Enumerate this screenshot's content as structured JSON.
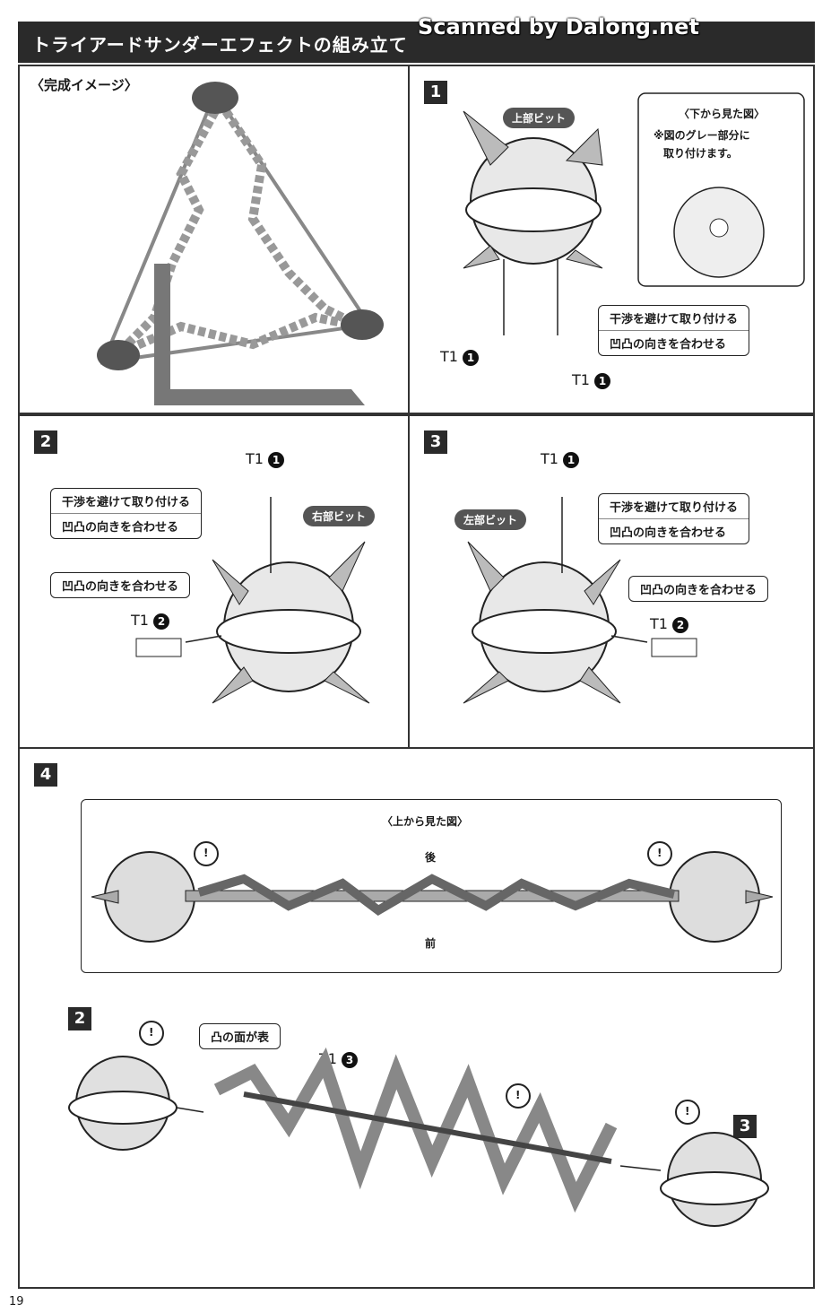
{
  "header": {
    "title": "トライアードサンダーエフェクトの組み立て"
  },
  "watermark": "Scanned by Dalong.net",
  "completed": {
    "caption": "〈完成イメージ〉"
  },
  "step1": {
    "number": "1",
    "pill": "上部ビット",
    "bottom_view_caption": "〈下から見た図〉",
    "bottom_view_note": [
      "※図のグレー部分に",
      "取り付けます。"
    ],
    "callout": [
      "干渉を避けて取り付ける",
      "凹凸の向きを合わせる"
    ],
    "part_left": "T1",
    "part_right": "T1",
    "part_num": "1"
  },
  "step2": {
    "number": "2",
    "pill": "右部ビット",
    "callout": [
      "干渉を避けて取り付ける",
      "凹凸の向きを合わせる"
    ],
    "callout2": "凹凸の向きを合わせる",
    "part_top": "T1",
    "part_top_num": "1",
    "part_side": "T1",
    "part_side_num": "2"
  },
  "step3": {
    "number": "3",
    "pill": "左部ビット",
    "callout": [
      "干渉を避けて取り付ける",
      "凹凸の向きを合わせる"
    ],
    "callout2": "凹凸の向きを合わせる",
    "part_top": "T1",
    "part_top_num": "1",
    "part_side": "T1",
    "part_side_num": "2"
  },
  "step4": {
    "number": "4",
    "top_view_caption": "〈上から見た図〉",
    "back_label": "後",
    "front_label": "前",
    "sub_left": "2",
    "sub_right": "3",
    "convex_note": "凸の面が表",
    "part": "T1",
    "part_num": "3",
    "warning": "!"
  },
  "page_number": "19"
}
